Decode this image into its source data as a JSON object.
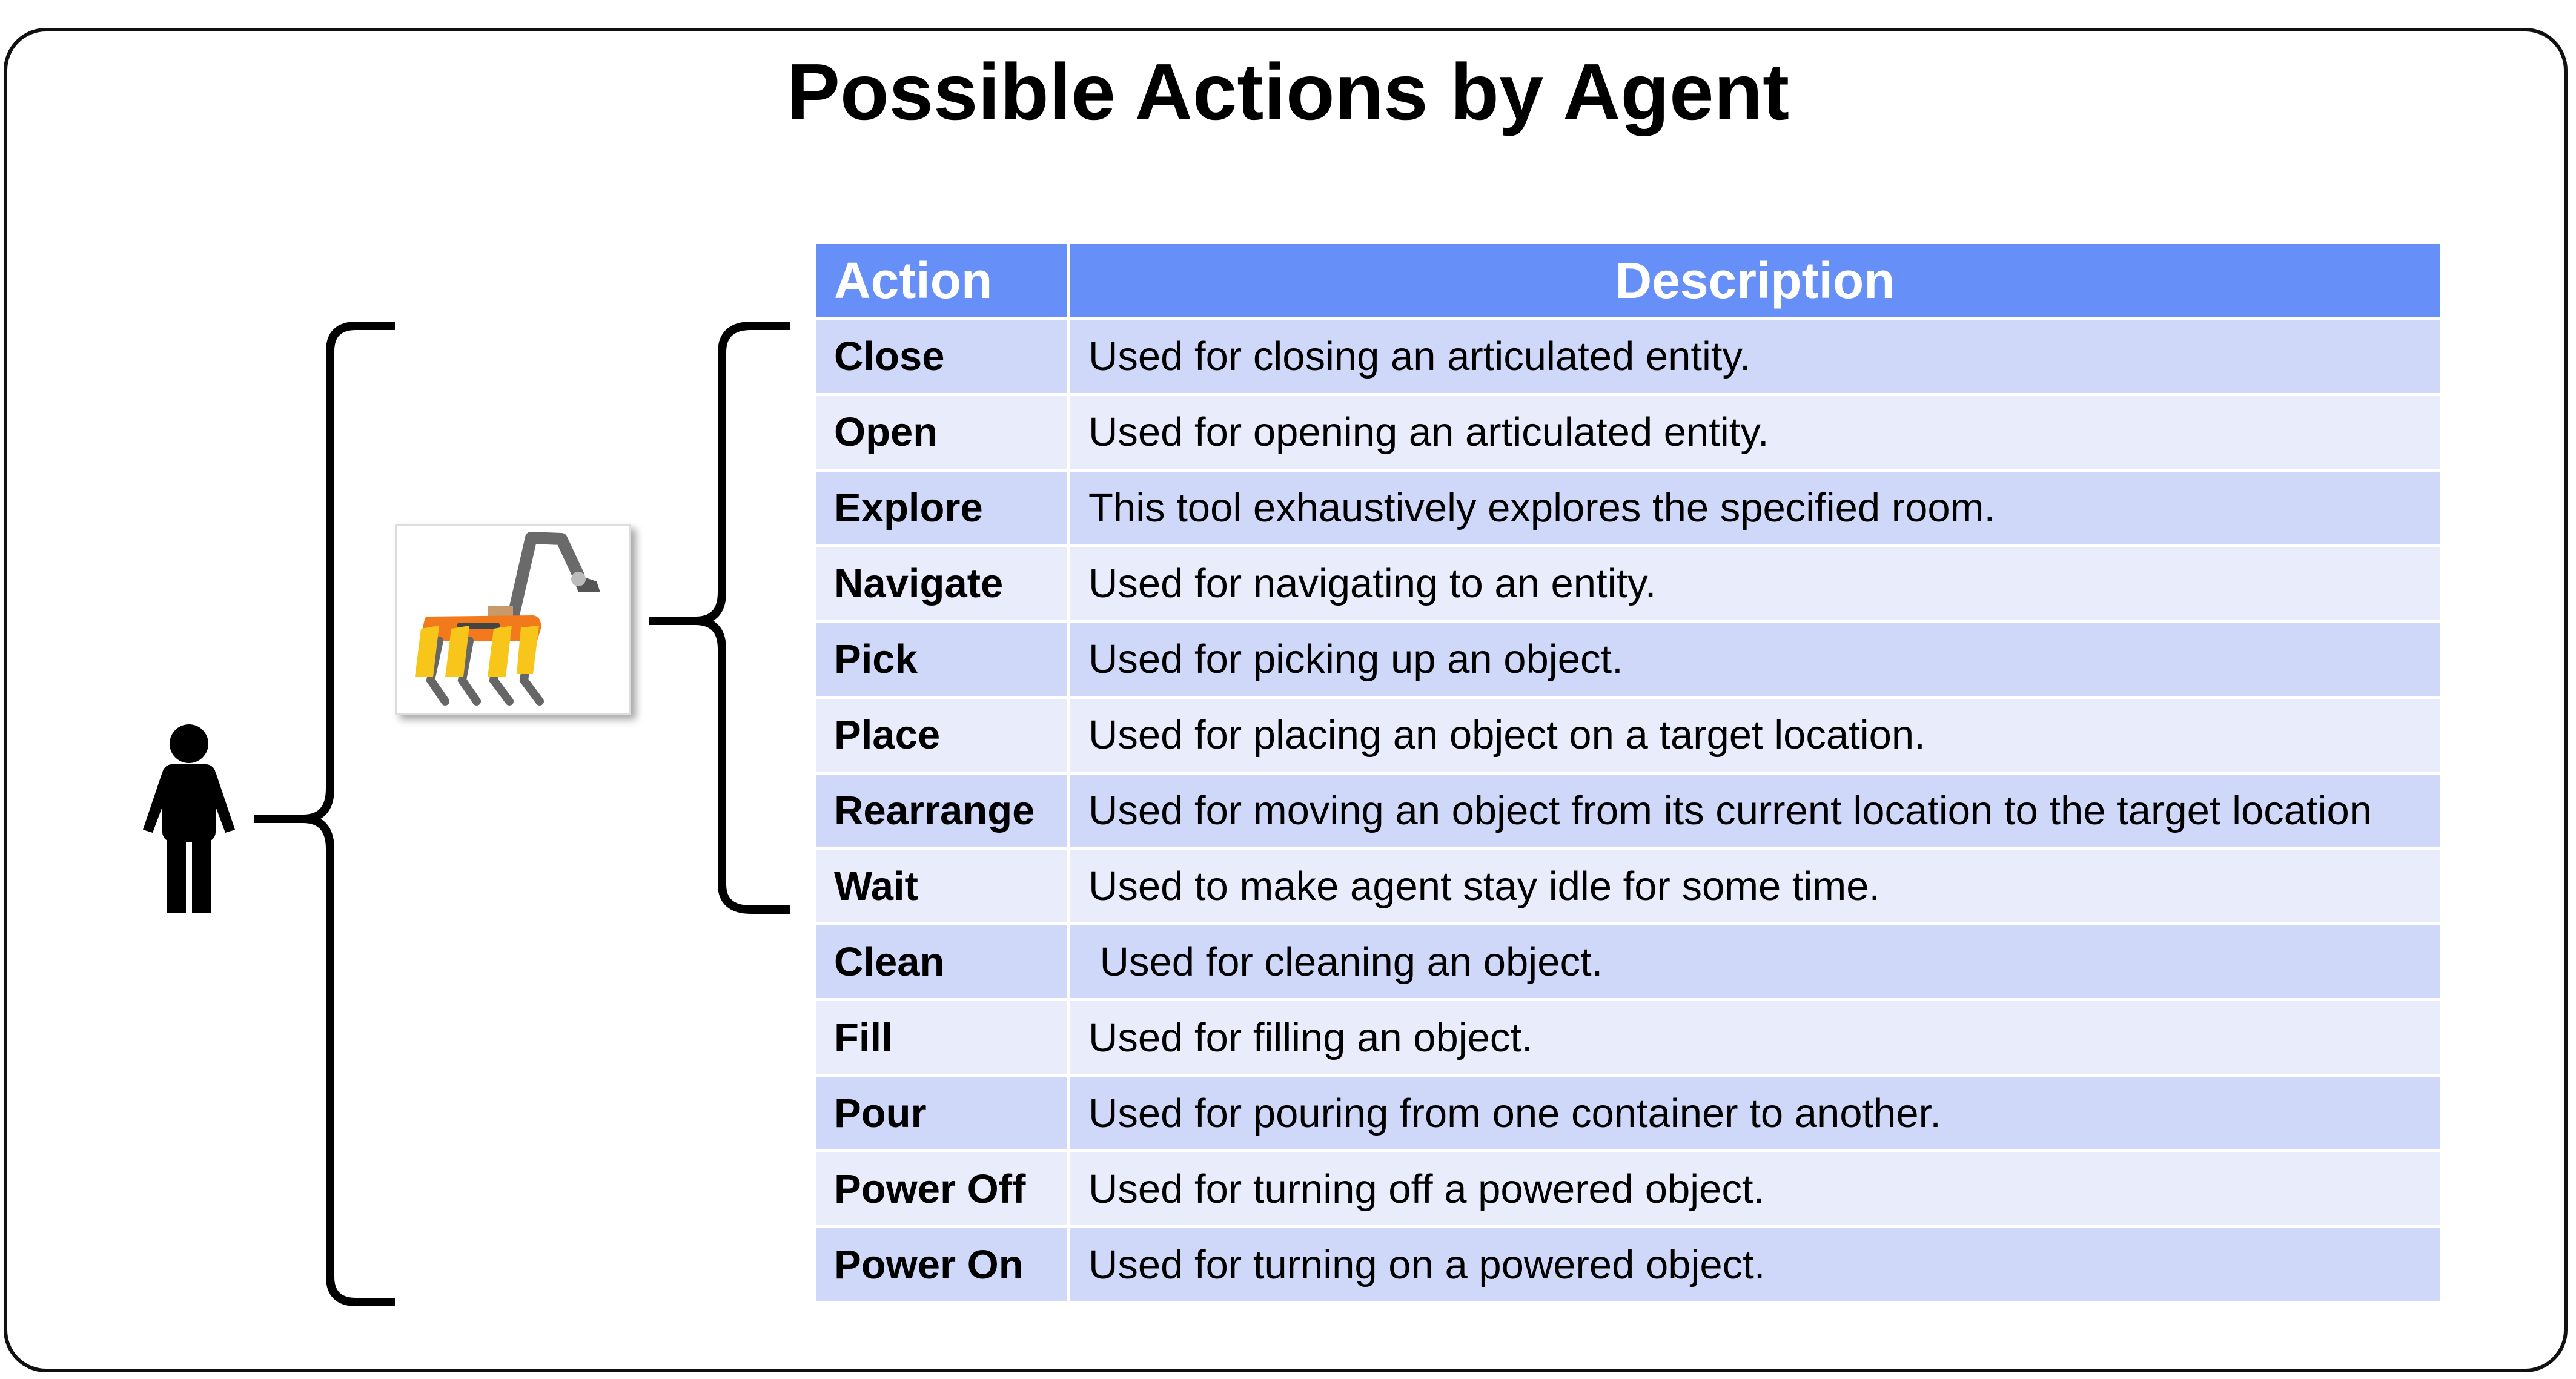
{
  "title": "Possible Actions by Agent",
  "colors": {
    "header_bg": "#6690f8",
    "header_text": "#ffffff",
    "row_dark": "#cfd8f8",
    "row_light": "#e8ecfb",
    "bracket": "#000000",
    "robot_body": "#f27a1d",
    "robot_legs": "#f8c61a"
  },
  "icons": {
    "human": "person-icon",
    "robot": "robot-dog-icon"
  },
  "table": {
    "headers": {
      "action": "Action",
      "description": "Description"
    },
    "rows": [
      {
        "action": "Close",
        "description": "Used for closing an articulated entity."
      },
      {
        "action": "Open",
        "description": "Used for opening an articulated entity."
      },
      {
        "action": "Explore",
        "description": "This tool exhaustively explores the specified room."
      },
      {
        "action": "Navigate",
        "description": "Used for navigating to an entity."
      },
      {
        "action": "Pick",
        "description": "Used for picking up an object."
      },
      {
        "action": "Place",
        "description": "Used for placing an object on a target location."
      },
      {
        "action": "Rearrange",
        "description": "Used for moving an object from its current location to the target location"
      },
      {
        "action": "Wait",
        "description": "Used to make agent stay idle for some time."
      },
      {
        "action": "Clean",
        "description": " Used for cleaning an object."
      },
      {
        "action": "Fill",
        "description": "Used for filling an object."
      },
      {
        "action": "Pour",
        "description": "Used for pouring from one container to another."
      },
      {
        "action": "Power Off",
        "description": "Used for turning off a powered object."
      },
      {
        "action": "Power On",
        "description": "Used for turning on a powered object."
      }
    ]
  }
}
